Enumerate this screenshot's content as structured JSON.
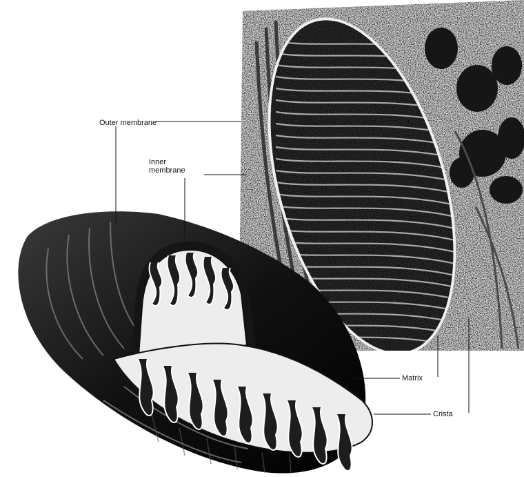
{
  "labels": {
    "outer_membrane": "Outer membrane",
    "inner_membrane_line1": "Inner",
    "inner_membrane_line2": "membrane",
    "matrix": "Matrix",
    "crista": "Crista"
  },
  "colors": {
    "ink": "#111111",
    "micrograph_light": "#e8e8e8",
    "micrograph_dark": "#202020",
    "background": "#ffffff"
  }
}
